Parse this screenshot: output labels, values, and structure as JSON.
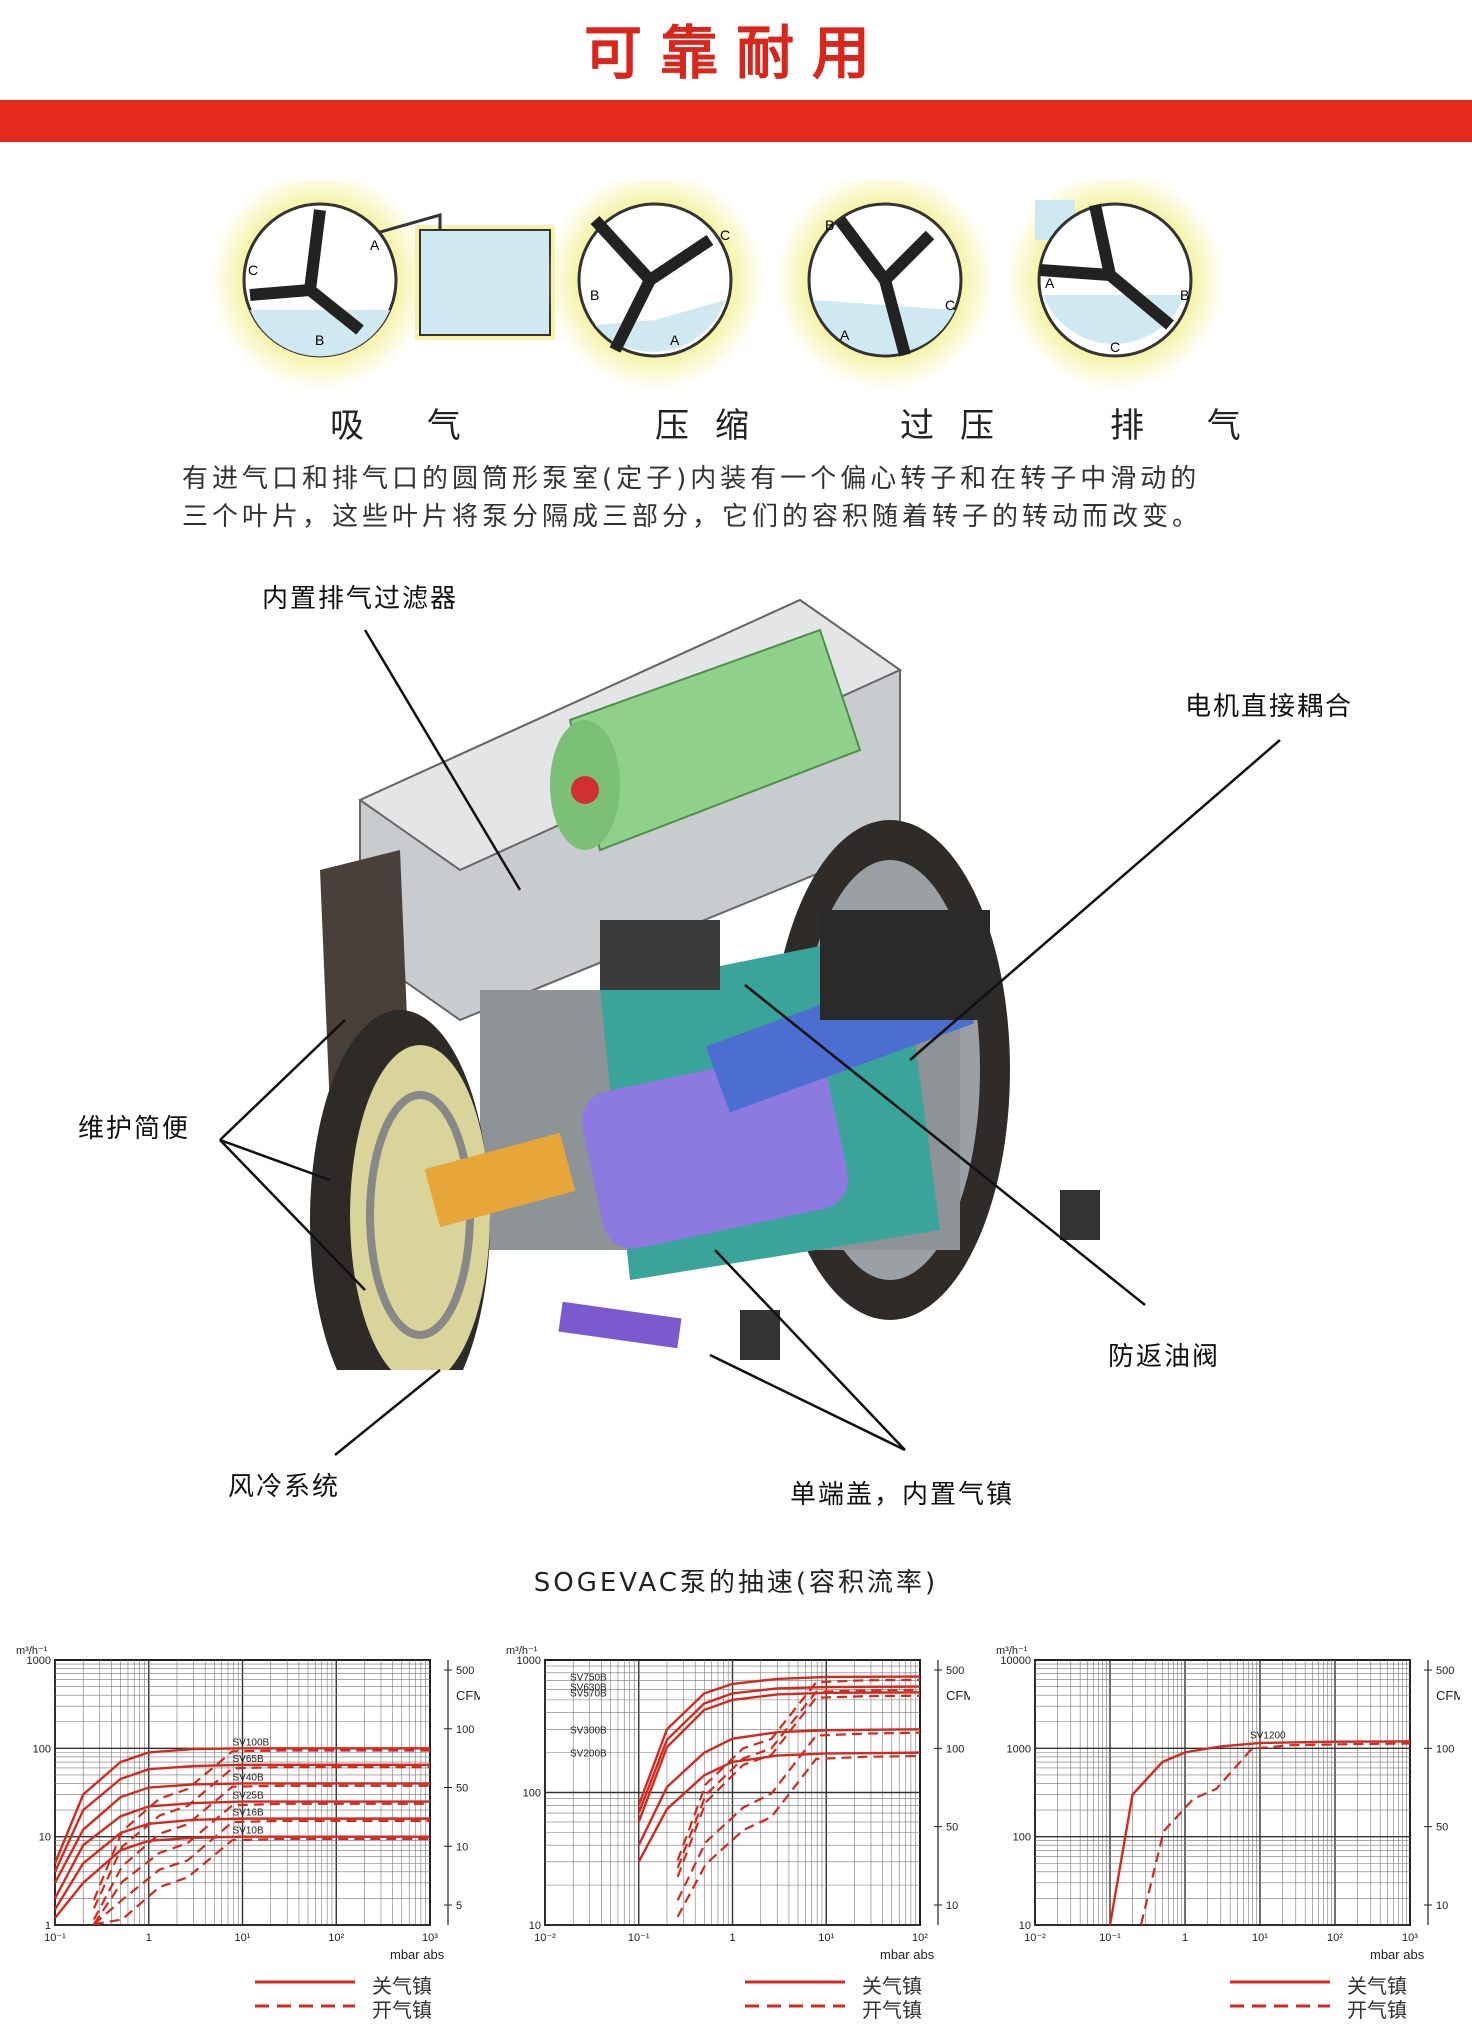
{
  "header": {
    "title": "可靠耐用"
  },
  "cycle": {
    "stages": [
      {
        "label": "吸 气"
      },
      {
        "label": "压缩"
      },
      {
        "label": "过压"
      },
      {
        "label": "排 气"
      }
    ],
    "vane_letters": [
      "A",
      "B",
      "C"
    ],
    "description": [
      "有进气口和排气口的圆筒形泵室(定子)内装有一个偏心转子和在转子中滑动的",
      "三个叶片，这些叶片将泵分隔成三部分，它们的容积随着转子的转动而改变。"
    ]
  },
  "callouts": {
    "filter": "内置排气过滤器",
    "motor": "电机直接耦合",
    "maintenance": "维护简便",
    "valve": "防返油阀",
    "cooling": "风冷系统",
    "endcover": "单端盖，内置气镇"
  },
  "charts_heading": "SOGEVAC泵的抽速(容积流率)",
  "legend": {
    "closed": "关气镇",
    "open": "开气镇"
  },
  "colors": {
    "accent_red": "#e42a1d",
    "chamber_blue": "#cfe8f2",
    "glow_yellow": "#f6f3a8",
    "motor_green": "#8fd18a"
  },
  "chart_data": [
    {
      "type": "line",
      "x_scale": "log",
      "y_scale": "log",
      "xlabel": "mbar abs",
      "ylabel": "m³/h⁻¹",
      "y2label": "CFM",
      "xlim": [
        0.1,
        1000
      ],
      "ylim": [
        1,
        1000
      ],
      "x_ticks": [
        "10⁻¹",
        "1",
        "10¹",
        "10²",
        "10³"
      ],
      "y_ticks": [
        "1",
        "10",
        "100",
        "1000"
      ],
      "y2_ticks": [
        "500",
        "100",
        "50",
        "10",
        "5"
      ],
      "series": [
        {
          "name": "SV100B",
          "x": [
            0.1,
            0.2,
            0.5,
            1,
            3,
            10,
            100,
            1000
          ],
          "y": [
            5,
            30,
            70,
            90,
            98,
            100,
            100,
            100
          ]
        },
        {
          "name": "SV65B",
          "x": [
            0.1,
            0.2,
            0.5,
            1,
            3,
            10,
            100,
            1000
          ],
          "y": [
            4,
            20,
            45,
            58,
            63,
            65,
            65,
            65
          ]
        },
        {
          "name": "SV40B",
          "x": [
            0.1,
            0.2,
            0.5,
            1,
            3,
            10,
            100,
            1000
          ],
          "y": [
            3,
            12,
            28,
            36,
            39,
            40,
            40,
            40
          ]
        },
        {
          "name": "SV25B",
          "x": [
            0.1,
            0.2,
            0.5,
            1,
            3,
            10,
            100,
            1000
          ],
          "y": [
            2,
            8,
            17,
            22,
            24,
            25,
            25,
            25
          ]
        },
        {
          "name": "SV16B",
          "x": [
            0.1,
            0.2,
            0.5,
            1,
            3,
            10,
            100,
            1000
          ],
          "y": [
            1.5,
            5,
            11,
            14,
            15.5,
            16,
            16,
            16
          ]
        },
        {
          "name": "SV10B",
          "x": [
            0.1,
            0.2,
            0.5,
            1,
            3,
            10,
            100,
            1000
          ],
          "y": [
            1.2,
            3,
            7,
            9,
            9.7,
            10,
            10,
            10
          ]
        }
      ]
    },
    {
      "type": "line",
      "x_scale": "log",
      "y_scale": "log",
      "xlabel": "mbar abs",
      "ylabel": "m³/h⁻¹",
      "y2label": "CFM",
      "xlim": [
        0.01,
        100
      ],
      "ylim": [
        10,
        1000
      ],
      "x_ticks": [
        "10⁻²",
        "10⁻¹",
        "1",
        "10¹",
        "10²"
      ],
      "y_ticks": [
        "10",
        "100",
        "1000"
      ],
      "y2_ticks": [
        "500",
        "100",
        "50",
        "10"
      ],
      "series": [
        {
          "name": "SV750B",
          "x": [
            0.1,
            0.2,
            0.5,
            1,
            3,
            10,
            100
          ],
          "y": [
            80,
            300,
            560,
            660,
            720,
            745,
            750
          ]
        },
        {
          "name": "SV630B",
          "x": [
            0.1,
            0.2,
            0.5,
            1,
            3,
            10,
            100
          ],
          "y": [
            70,
            250,
            470,
            560,
            610,
            625,
            630
          ]
        },
        {
          "name": "SV570B",
          "x": [
            0.1,
            0.2,
            0.5,
            1,
            3,
            10,
            100
          ],
          "y": [
            60,
            220,
            420,
            500,
            550,
            565,
            570
          ]
        },
        {
          "name": "SV300B",
          "x": [
            0.1,
            0.2,
            0.5,
            1,
            3,
            10,
            100
          ],
          "y": [
            40,
            110,
            200,
            255,
            285,
            295,
            300
          ]
        },
        {
          "name": "SV200B",
          "x": [
            0.1,
            0.2,
            0.5,
            1,
            3,
            10,
            100
          ],
          "y": [
            30,
            75,
            135,
            170,
            190,
            197,
            200
          ]
        }
      ]
    },
    {
      "type": "line",
      "x_scale": "log",
      "y_scale": "log",
      "xlabel": "mbar abs",
      "ylabel": "m³/h⁻¹",
      "y2label": "CFM",
      "xlim": [
        0.01,
        1000
      ],
      "ylim": [
        10,
        10000
      ],
      "x_ticks": [
        "10⁻²",
        "10⁻¹",
        "1",
        "10¹",
        "10²",
        "10³"
      ],
      "y_ticks": [
        "10",
        "100",
        "1000",
        "10000"
      ],
      "y2_ticks": [
        "500",
        "100",
        "50",
        "10"
      ],
      "series": [
        {
          "name": "SV1200",
          "x": [
            0.1,
            0.2,
            0.5,
            1,
            3,
            10,
            100,
            1000
          ],
          "y": [
            10,
            300,
            700,
            900,
            1050,
            1150,
            1190,
            1200
          ]
        }
      ]
    }
  ]
}
